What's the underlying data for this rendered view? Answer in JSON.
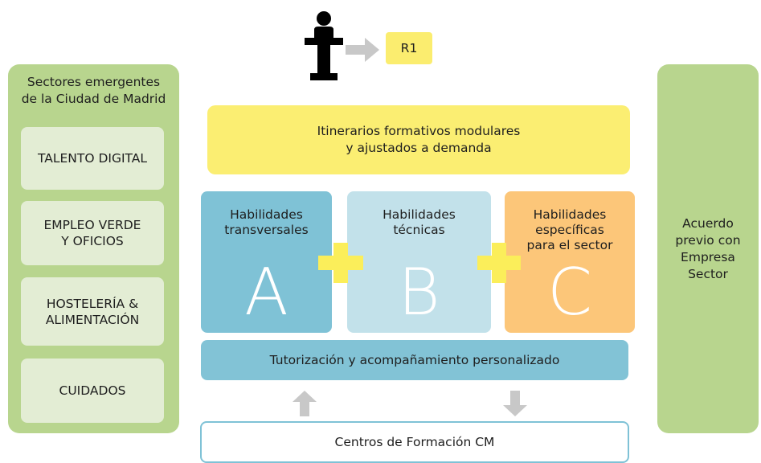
{
  "left_panel": {
    "title": "Sectores emergentes\nde la Ciudad de Madrid",
    "sectors": [
      "TALENTO DIGITAL",
      "EMPLEO VERDE\nY OFICIOS",
      "HOSTELERÍA &\nALIMENTACIÓN",
      "CUIDADOS"
    ]
  },
  "right_panel": {
    "label": "Acuerdo\nprevio con\nEmpresa\nSector"
  },
  "top": {
    "icon": "speaker-podium-icon",
    "arrow_icon": "arrow-right-icon",
    "r1_label": "R1"
  },
  "itinerarios": "Itinerarios formativos modulares\ny ajustados a demanda",
  "skills": [
    {
      "label": "Habilidades\ntransversales",
      "letter": "A",
      "color": "#7fc2d6"
    },
    {
      "label": "Habilidades\ntécnicas",
      "letter": "B",
      "color": "#c2e1ea"
    },
    {
      "label": "Habilidades\nespecíficas\npara el sector",
      "letter": "C",
      "color": "#fcc679"
    }
  ],
  "tutorizacion": "Tutorización y acompañamiento personalizado",
  "centros": "Centros de Formación CM",
  "colors": {
    "green_panel": "#b8d58e",
    "green_card": "#e3edd4",
    "yellow": "#fbee72",
    "blue": "#7fc2d6",
    "light_blue": "#c2e1ea",
    "orange": "#fcc679",
    "grey_arrow": "#c8c8c8"
  }
}
